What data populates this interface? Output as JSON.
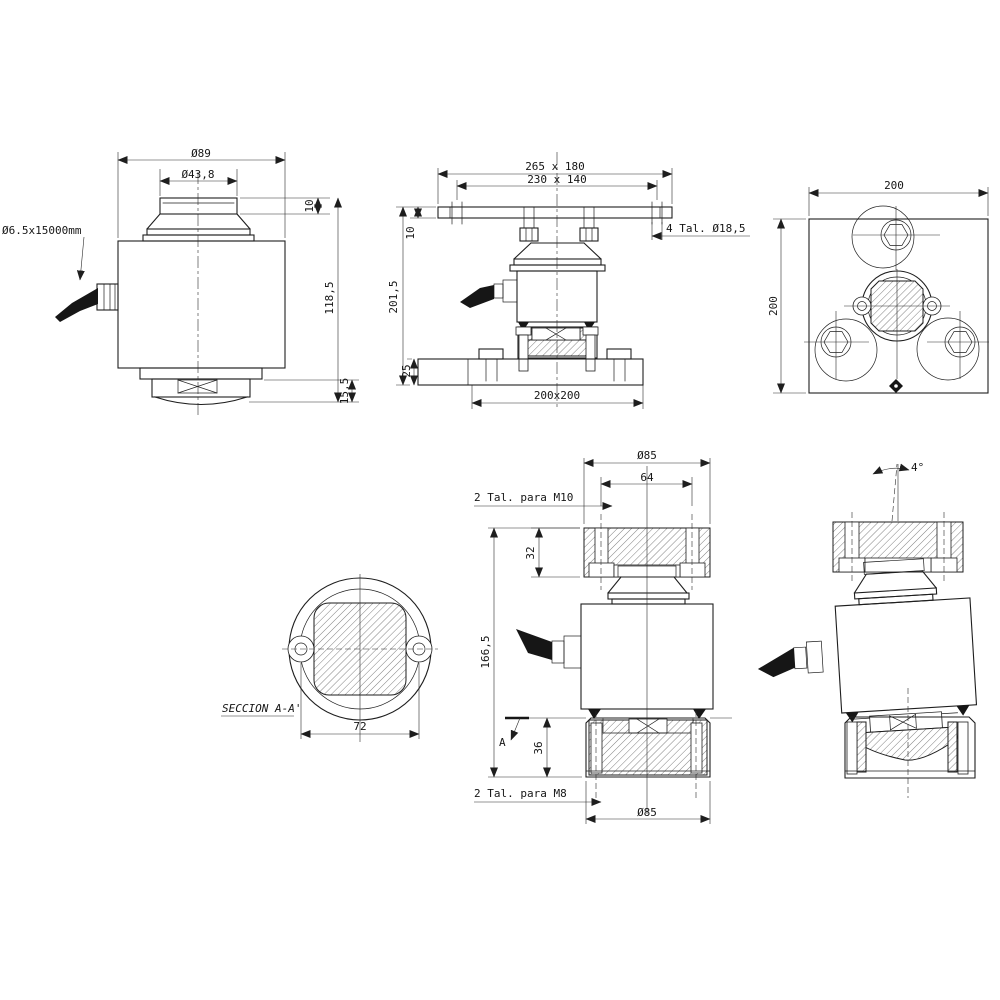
{
  "front_view": {
    "cable_label": "Ø6.5x15000mm",
    "dia_top": "Ø89",
    "dia_button": "Ø43,8",
    "dim_cap_height": "10",
    "dim_total_height": "118,5",
    "dim_base_height": "15,5"
  },
  "assembly_view": {
    "dim_plate_size": "265 x 180",
    "dim_hole_spacing": "230 x 140",
    "note_plate_holes": "4 Tal. Ø18,5",
    "dim_plate_thickness": "10",
    "dim_total_height": "201,5",
    "dim_base_thickness": "25",
    "dim_base_size": "200x200"
  },
  "top_view": {
    "dim_width": "200",
    "dim_height": "200"
  },
  "section_view": {
    "title": "SECCION A-A'",
    "dim_width": "72"
  },
  "mount_view": {
    "dia_top": "Ø85",
    "dim_hole_spacing": "64",
    "note_top_holes": "2 Tal. para M10",
    "dim_block_depth": "32",
    "dim_total_height": "166,5",
    "dim_cup_depth": "36",
    "note_bottom_holes": "2 Tal. para M8",
    "dia_bottom": "Ø85",
    "section_marker": "A"
  },
  "tilt_view": {
    "dim_angle": "4°"
  }
}
